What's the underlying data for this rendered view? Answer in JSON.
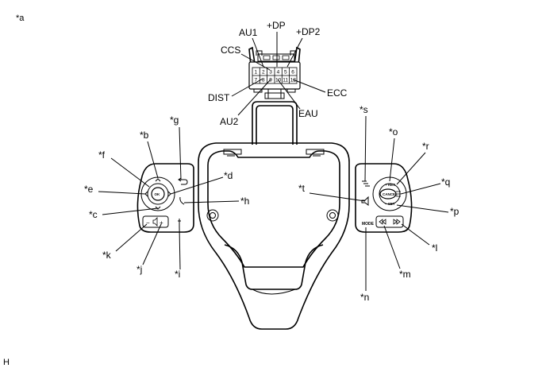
{
  "figure_label": "*a",
  "corner_code": "H",
  "connector": {
    "pins_top": [
      "1",
      "2",
      "3",
      "4",
      "5",
      "6"
    ],
    "pins_bottom": [
      "7",
      "8",
      "9",
      "10",
      "11",
      "12"
    ],
    "signals": {
      "au1": "AU1",
      "dp": "+DP",
      "dp2": "+DP2",
      "ccs": "CCS",
      "dist": "DIST",
      "au2": "AU2",
      "eau": "EAU",
      "ecc": "ECC"
    }
  },
  "callouts": {
    "b": "*b",
    "c": "*c",
    "d": "*d",
    "e": "*e",
    "f": "*f",
    "g": "*g",
    "h": "*h",
    "i": "*i",
    "j": "*j",
    "k": "*k",
    "l": "*l",
    "m": "*m",
    "n": "*n",
    "o": "*o",
    "p": "*p",
    "q": "*q",
    "r": "*r",
    "s": "*s",
    "t": "*t"
  },
  "button_labels": {
    "ok": "OK",
    "mode": "MODE",
    "cancel": "CANCEL",
    "res": "+ RES",
    "set": "− SET"
  }
}
